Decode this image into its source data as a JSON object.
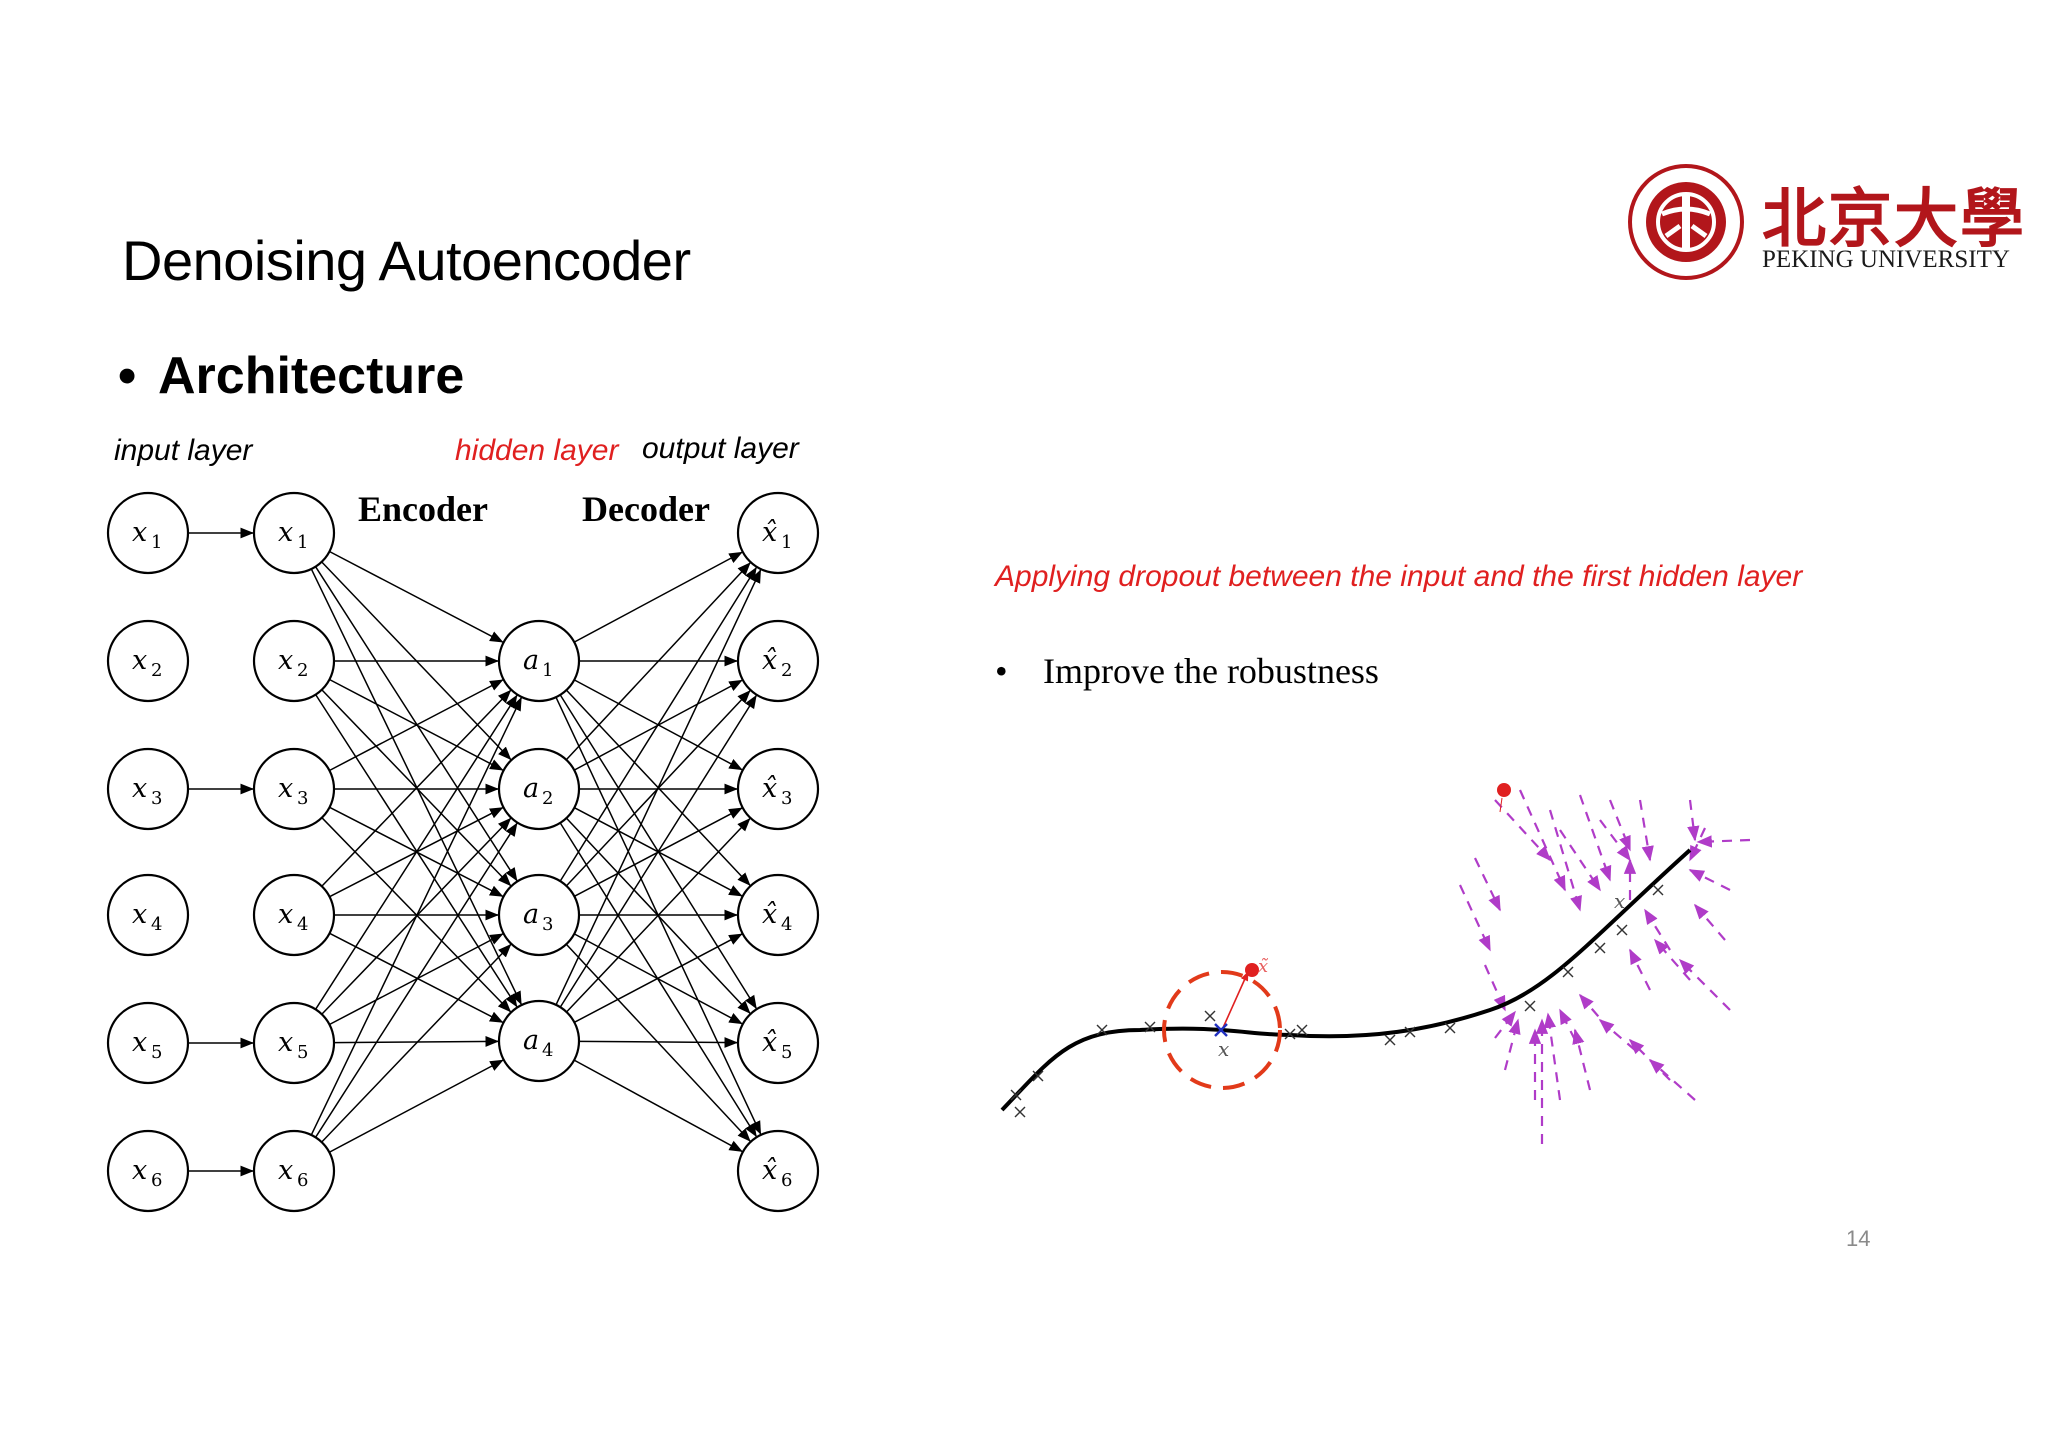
{
  "slide": {
    "title": "Denoising Autoencoder",
    "bullet": "Architecture",
    "page_number": "14"
  },
  "diagram": {
    "input_layer_label": "input layer",
    "hidden_layer_label": "hidden layer",
    "output_layer_label": "output layer",
    "encoder_label": "Encoder",
    "decoder_label": "Decoder",
    "raw_inputs": [
      "x",
      "x",
      "x",
      "x",
      "x",
      "x"
    ],
    "corrupted_inputs": [
      "x",
      "x",
      "x",
      "x",
      "x",
      "x"
    ],
    "hidden_units": [
      "a",
      "a",
      "a",
      "a"
    ],
    "outputs": [
      "x̂",
      "x̂",
      "x̂",
      "x̂",
      "x̂",
      "x̂"
    ],
    "input_indices": [
      "1",
      "2",
      "3",
      "4",
      "5",
      "6"
    ],
    "hidden_indices": [
      "1",
      "2",
      "3",
      "4"
    ],
    "dropped_inputs": [
      "x2",
      "x4"
    ]
  },
  "notes": {
    "dropout": "Applying dropout between the input and the first hidden layer",
    "robustness_bullet": "Improve the robustness"
  },
  "manifold_figure": {
    "point_label": "x",
    "corrupted_label": "x̃"
  },
  "logo": {
    "chinese_name": "北京大學",
    "english_name": "PEKING UNIVERSITY"
  },
  "colors": {
    "accent_red": "#e02020",
    "manifold_purple": "#b03cc8",
    "logo_red": "#b2161b"
  }
}
